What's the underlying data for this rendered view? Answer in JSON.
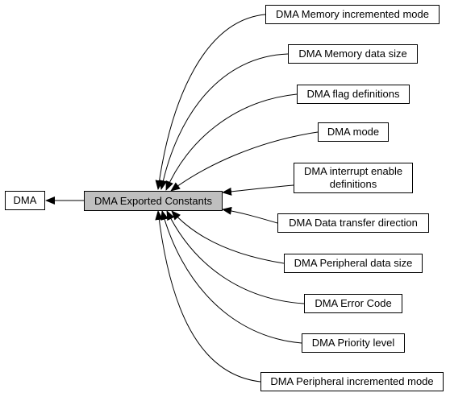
{
  "nodes": {
    "dma": "DMA",
    "exported_constants": "DMA Exported Constants",
    "memory_incremented_mode": "DMA Memory incremented mode",
    "memory_data_size": "DMA Memory data size",
    "flag_definitions": "DMA flag definitions",
    "mode": "DMA mode",
    "interrupt_enable_definitions": "DMA interrupt enable\ndefinitions",
    "data_transfer_direction": "DMA Data transfer direction",
    "peripheral_data_size": "DMA Peripheral data size",
    "error_code": "DMA Error Code",
    "priority_level": "DMA Priority level",
    "peripheral_incremented_mode": "DMA Peripheral incremented mode"
  },
  "colors": {
    "current_node_fill": "#bfbfbf",
    "node_fill": "#ffffff",
    "stroke": "#000000"
  }
}
